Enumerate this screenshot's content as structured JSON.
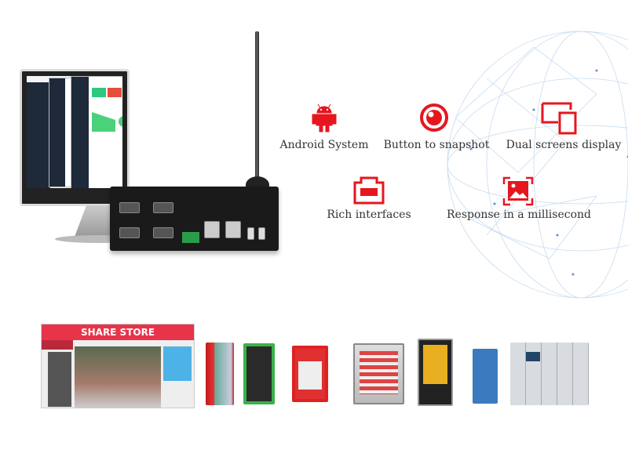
{
  "features": [
    {
      "label": "Android System",
      "icon": "android-icon"
    },
    {
      "label": "Button to snapshot",
      "icon": "snapshot-button-icon"
    },
    {
      "label": "Dual screens display",
      "icon": "dual-screens-icon"
    },
    {
      "label": "Rich interfaces",
      "icon": "ethernet-port-icon"
    },
    {
      "label": "Response in a millisecond",
      "icon": "image-capture-icon"
    }
  ],
  "store": {
    "sign": "SHARE STORE"
  },
  "colors": {
    "accent": "#e5161e",
    "sign": "#e8344a"
  }
}
